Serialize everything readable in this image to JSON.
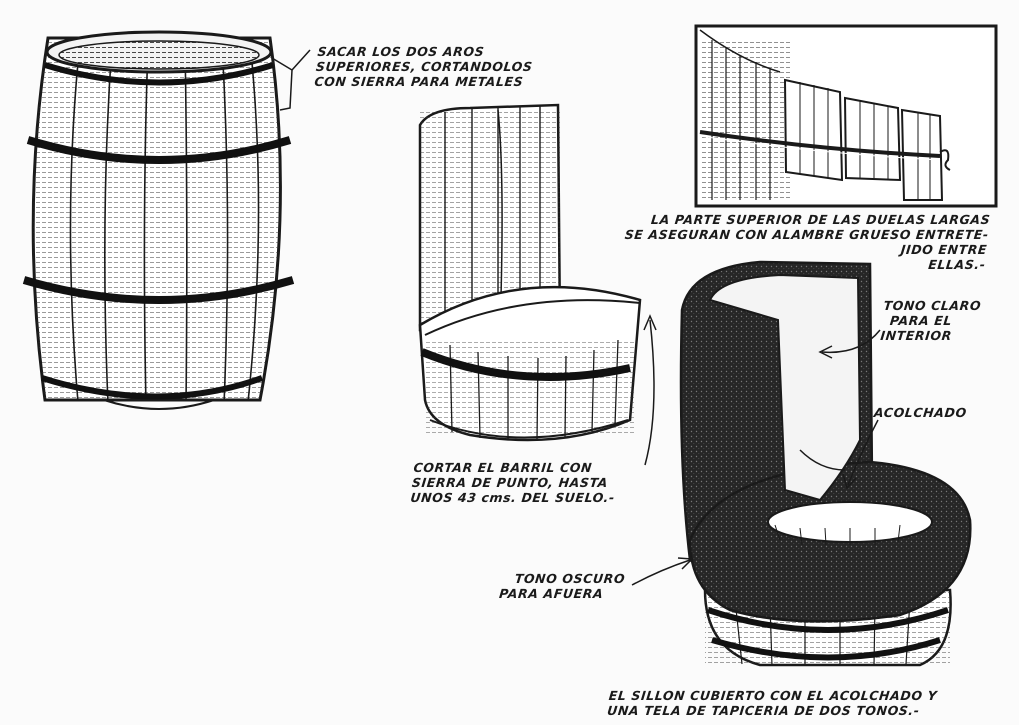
{
  "captions": {
    "remove_hoops": [
      "SACAR LOS DOS AROS",
      "SUPERIORES, CORTANDOLOS",
      "CON SIERRA PARA METALES"
    ],
    "staves_wire": [
      "LA PARTE SUPERIOR DE LAS DUELAS LARGAS",
      "SE ASEGURAN CON ALAMBRE GRUESO ENTRETE-",
      "JIDO ENTRE",
      "ELLAS.-"
    ],
    "light_tone": [
      "TONO CLARO",
      "PARA EL",
      "INTERIOR"
    ],
    "padding": [
      "ACOLCHADO"
    ],
    "cut_barrel": [
      "CORTAR EL BARRIL CON",
      "SIERRA DE PUNTO, HASTA",
      "UNOS 43 cms. DEL SUELO.-"
    ],
    "dark_tone": [
      "TONO OSCURO",
      "PARA AFUERA"
    ],
    "finished_chair": [
      "EL SILLON CUBIERTO CON EL ACOLCHADO Y",
      "UNA TELA DE TAPICERIA DE DOS TONOS.-"
    ]
  },
  "colors": {
    "ink": "#1a1a1a",
    "paper": "#fbfbfb",
    "upholstery_dark": "#262626",
    "upholstery_light": "#f4f4f4"
  }
}
